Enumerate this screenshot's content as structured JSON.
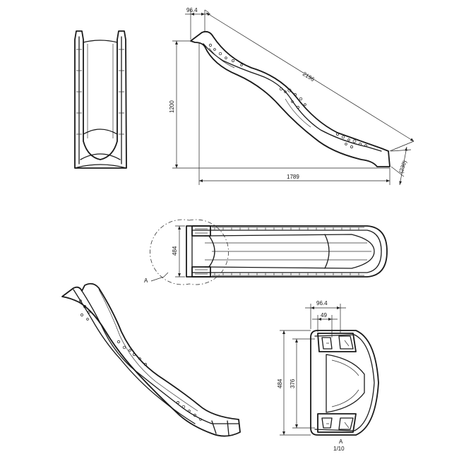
{
  "side_view": {
    "top_offset": "96.4",
    "length": "2196",
    "height": "1200",
    "base": "1789",
    "end_height": "(230)"
  },
  "top_view": {
    "width": "484",
    "detail_label": "A"
  },
  "detail_view": {
    "offset_outer": "96.4",
    "offset_inner": "49",
    "total_width": "484",
    "inner_width": "376",
    "label": "A",
    "scale": "1/10"
  }
}
